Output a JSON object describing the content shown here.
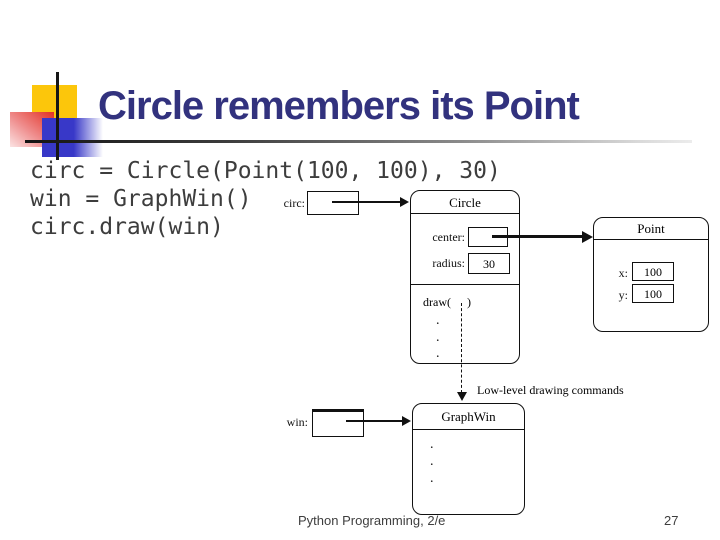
{
  "colors": {
    "title_text": "#32327e",
    "logo_yellow": "#fcc60b",
    "logo_red": "#e23024",
    "logo_blue": "#3838c8",
    "code_text": "#3d3d3d",
    "diagram_ink": "#111111"
  },
  "title": {
    "text": "Circle remembers its Point"
  },
  "code": {
    "lines": [
      "circ = Circle(Point(100, 100), 30)",
      "win = GraphWin()",
      "circ.draw(win)"
    ]
  },
  "diagram": {
    "circ_label": "circ:",
    "win_label": "win:",
    "circle": {
      "title": "Circle",
      "center_label": "center:",
      "radius_label": "radius:",
      "radius_value": "30",
      "draw_open": "draw(",
      "draw_close": ")"
    },
    "point": {
      "title": "Point",
      "x_label": "x:",
      "x_value": "100",
      "y_label": "y:",
      "y_value": "100"
    },
    "graphwin": {
      "title": "GraphWin"
    },
    "annotation": "Low-level drawing commands",
    "dot": "."
  },
  "footer": {
    "left": "Python Programming, 2/e",
    "page_number": "27"
  }
}
